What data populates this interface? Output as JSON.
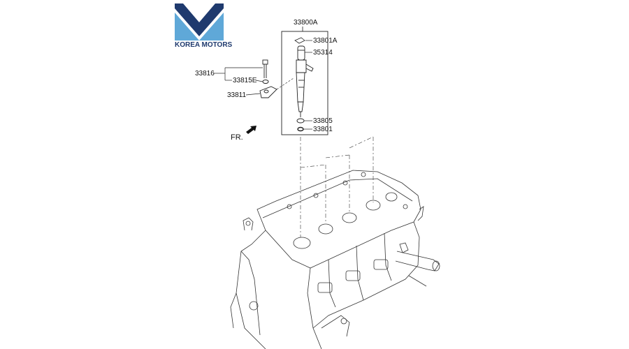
{
  "brand": {
    "name": "KOREA MOTORS",
    "color_dark": "#1f3a6e",
    "color_light": "#5fa8d8"
  },
  "direction_label": "FR.",
  "parts": {
    "injector_assembly": "33800A",
    "clip": "33801A",
    "nozzle_top": "35314",
    "bolt_assembly": "33816",
    "washer_e": "33815E",
    "clamp": "33811",
    "o_ring": "33805",
    "gasket": "33801"
  }
}
